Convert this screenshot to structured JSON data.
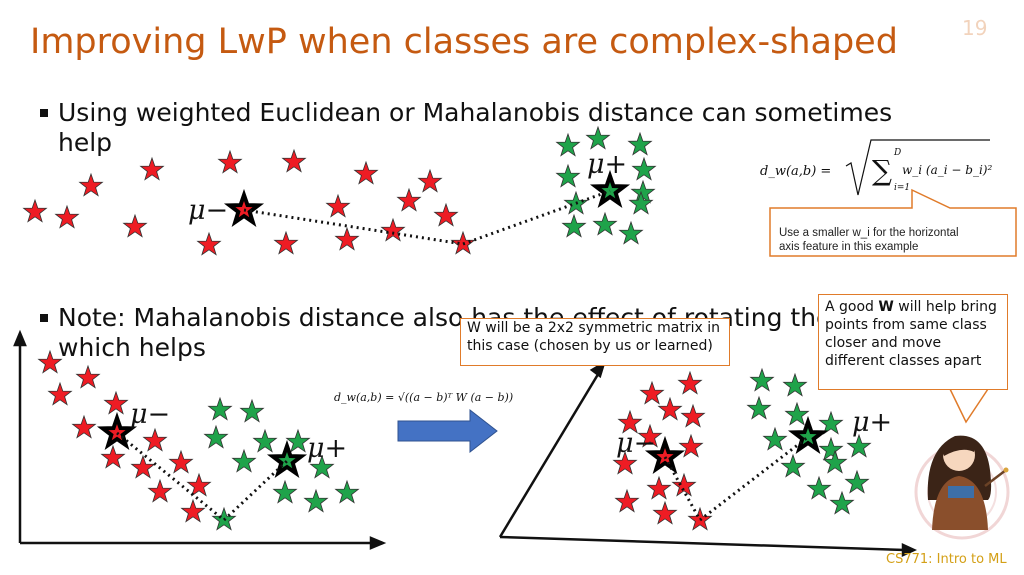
{
  "slide": {
    "title": "Improving LwP when classes are complex-shaped",
    "page_number": "19",
    "footer": "CS771: Intro to ML"
  },
  "bullets": [
    {
      "line1": "Using weighted Euclidean or Mahalanobis distance can sometimes",
      "line2": "help"
    },
    {
      "line1": "Note: Mahalanobis distance also has the effect of rotating the axes",
      "line2": "which helps"
    }
  ],
  "formulas": {
    "weighted_lhs": "d_w(a,b) =",
    "weighted_sum_top": "D",
    "weighted_sum_bottom": "i=1",
    "weighted_body": "w_i (a_i − b_i)²",
    "mahalanobis": "d_w(a,b) = √((a − b)ᵀ W (a − b))"
  },
  "callouts": {
    "smaller_w": {
      "line1": "Use a smaller w_i for the horizontal",
      "line2": "axis feature in this example"
    },
    "w_matrix": "W will be a 2x2 symmetric matrix in this case (chosen by us or learned)",
    "good_w": {
      "prefix": "A good ",
      "bold": "W",
      "suffix": " will help bring points from same class closer and move different classes apart"
    }
  },
  "labels": {
    "mu_minus": "μ−",
    "mu_plus": "μ+"
  },
  "colors": {
    "title": "#c55a11",
    "negative_class": "#ee1c24",
    "positive_class": "#1fa34a",
    "arrow": "#4472c4",
    "callout_border": "#e07b2a"
  }
}
